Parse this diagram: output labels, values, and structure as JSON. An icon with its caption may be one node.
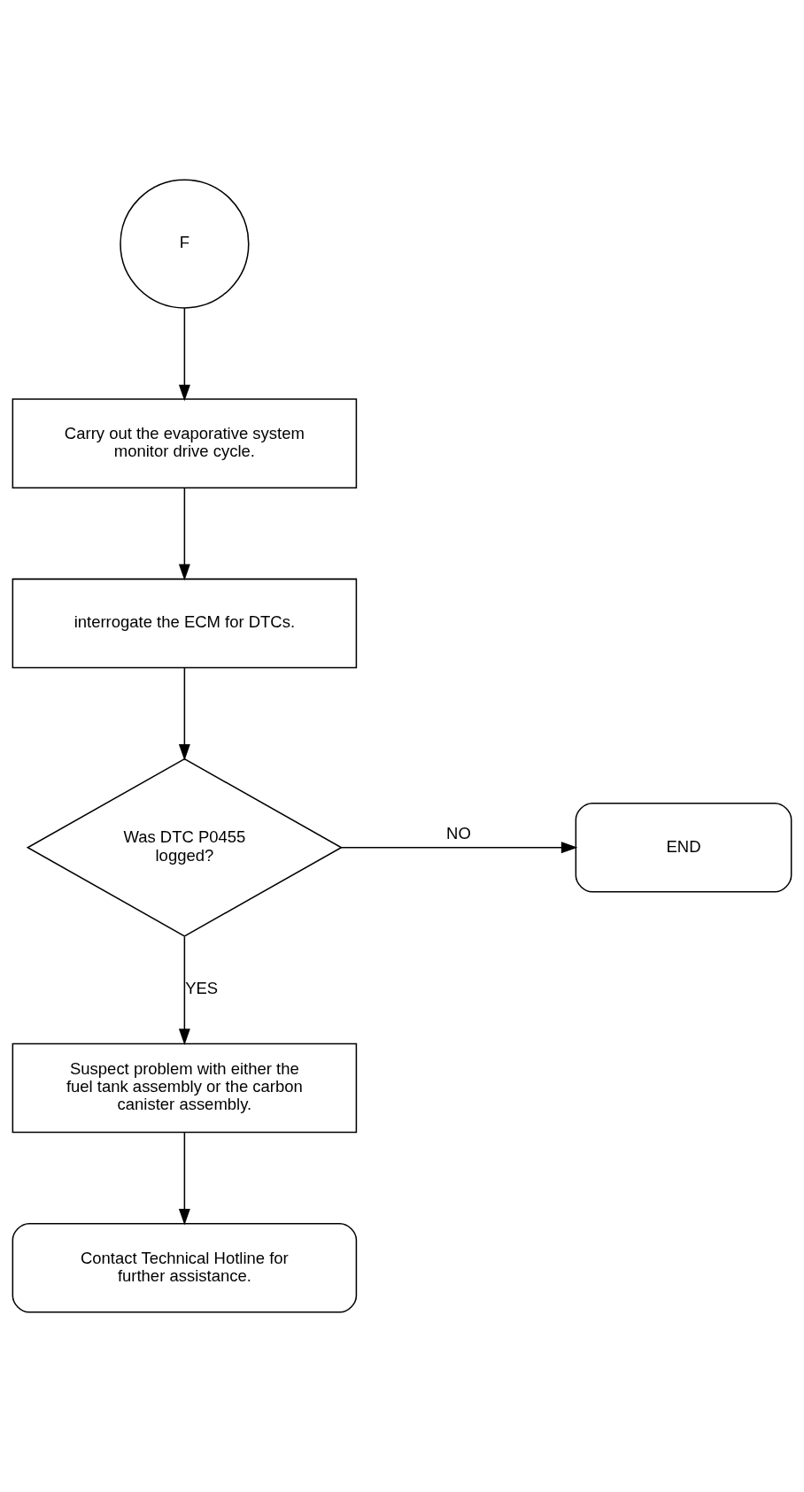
{
  "diagram": {
    "nodes": [
      {
        "text": [
          "F"
        ]
      },
      {
        "text": [
          "Carry out the evaporative system monitor drive cycle."
        ]
      },
      {
        "text": [
          "interrogate the ECM for DTCs."
        ]
      },
      {
        "text": [
          "Was DTC P0455 logged?"
        ]
      },
      {
        "text": [
          "END"
        ]
      },
      {
        "text": [
          "Suspect problem with either the fuel tank assembly or the carbon canister assembly."
        ]
      },
      {
        "text": [
          "Contact Technical Hotline for further assistance."
        ]
      }
    ],
    "edges": [
      {
        "from": 0,
        "to": 1,
        "arrow": "to"
      },
      {
        "from": 1,
        "to": 2,
        "arrow": "to"
      },
      {
        "from": 2,
        "to": 3,
        "arrow": "to"
      },
      {
        "from": 3,
        "to": 4,
        "arrow": "to",
        "label": "NO"
      },
      {
        "from": 3,
        "to": 5,
        "arrow": "to",
        "label": "YES"
      },
      {
        "from": 5,
        "to": 6,
        "arrow": "to"
      }
    ]
  }
}
